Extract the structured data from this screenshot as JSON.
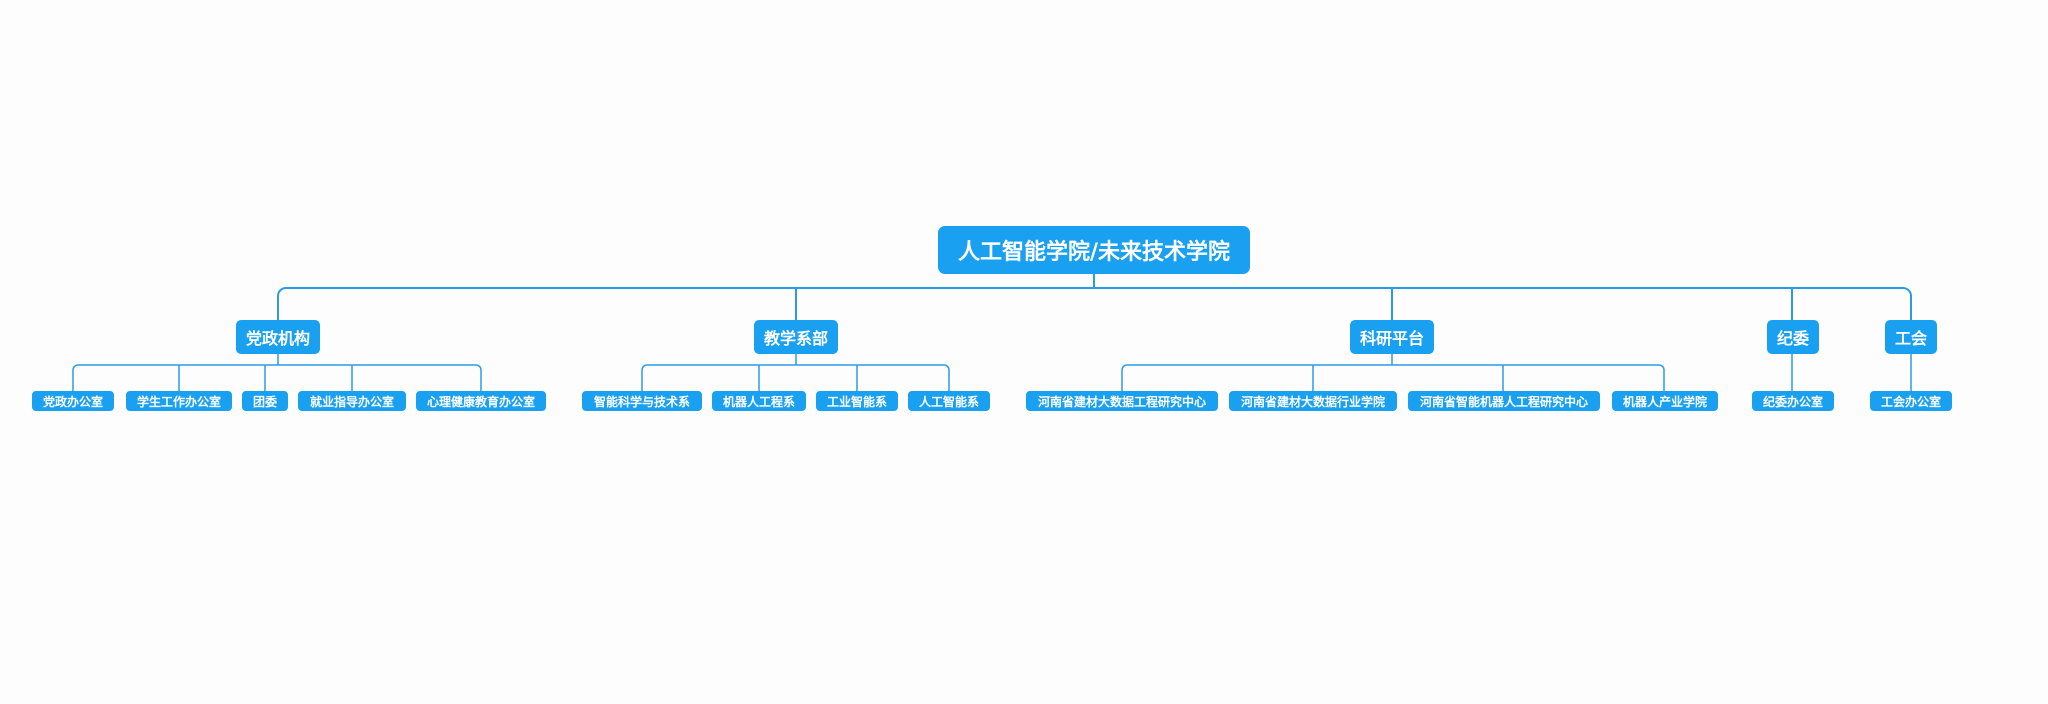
{
  "diagram": {
    "root": {
      "label": "人工智能学院/未来技术学院"
    },
    "departments": [
      {
        "label": "党政机构",
        "children": [
          "党政办公室",
          "学生工作办公室",
          "团委",
          "就业指导办公室",
          "心理健康教育办公室"
        ]
      },
      {
        "label": "教学系部",
        "children": [
          "智能科学与技术系",
          "机器人工程系",
          "工业智能系",
          "人工智能系"
        ]
      },
      {
        "label": "科研平台",
        "children": [
          "河南省建材大数据工程研究中心",
          "河南省建材大数据行业学院",
          "河南省智能机器人工程研究中心",
          "机器人产业学院"
        ]
      },
      {
        "label": "纪委",
        "children": [
          "纪委办公室"
        ]
      },
      {
        "label": "工会",
        "children": [
          "工会办公室"
        ]
      }
    ],
    "colors": {
      "node_fill": "#1aa0f0",
      "node_text": "#ffffff",
      "connector": "#2b9be8",
      "background": "#fdfdfd"
    }
  }
}
